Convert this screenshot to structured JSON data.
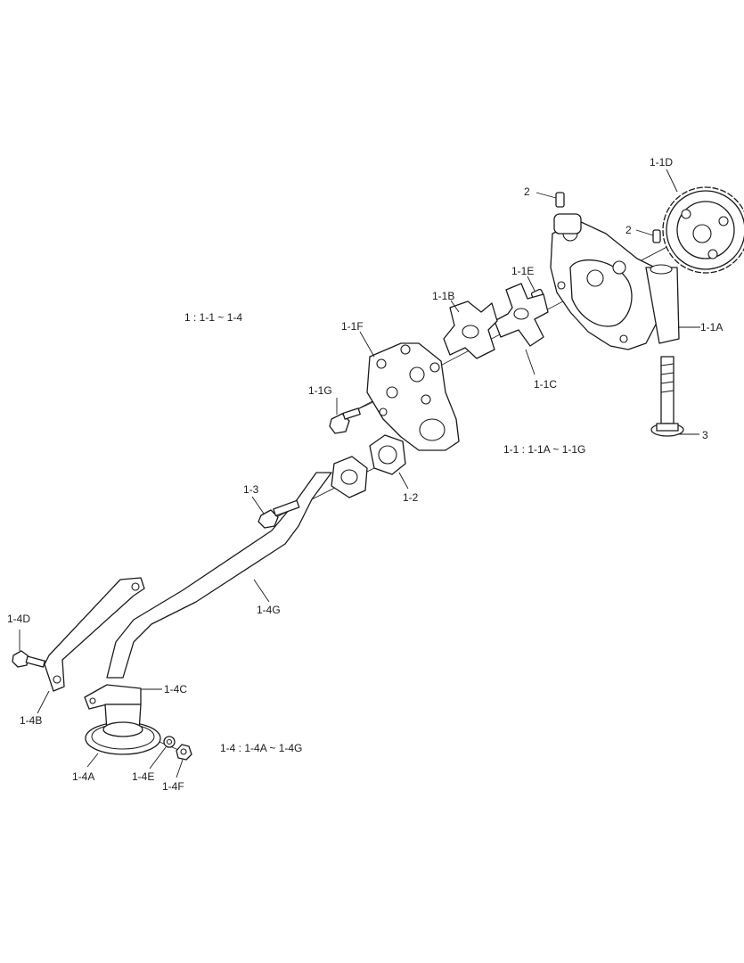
{
  "callouts": {
    "c_1_1D": "1-1D",
    "c_2a": "2",
    "c_2b": "2",
    "c_1_1E": "1-1E",
    "c_1_1B": "1-1B",
    "c_1_1F": "1-1F",
    "c_1_1A": "1-1A",
    "c_1_1C": "1-1C",
    "c_1_1G": "1-1G",
    "c_3": "3",
    "c_1_2": "1-2",
    "c_1_3": "1-3",
    "c_1_4G": "1-4G",
    "c_1_4D": "1-4D",
    "c_1_4C": "1-4C",
    "c_1_4B": "1-4B",
    "c_1_4A": "1-4A",
    "c_1_4E": "1-4E",
    "c_1_4F": "1-4F"
  },
  "notes": {
    "group_1": "1 : 1-1 ~ 1-4",
    "group_1_1": "1-1 : 1-1A ~ 1-1G",
    "group_1_4": "1-4 : 1-4A ~ 1-4G"
  }
}
